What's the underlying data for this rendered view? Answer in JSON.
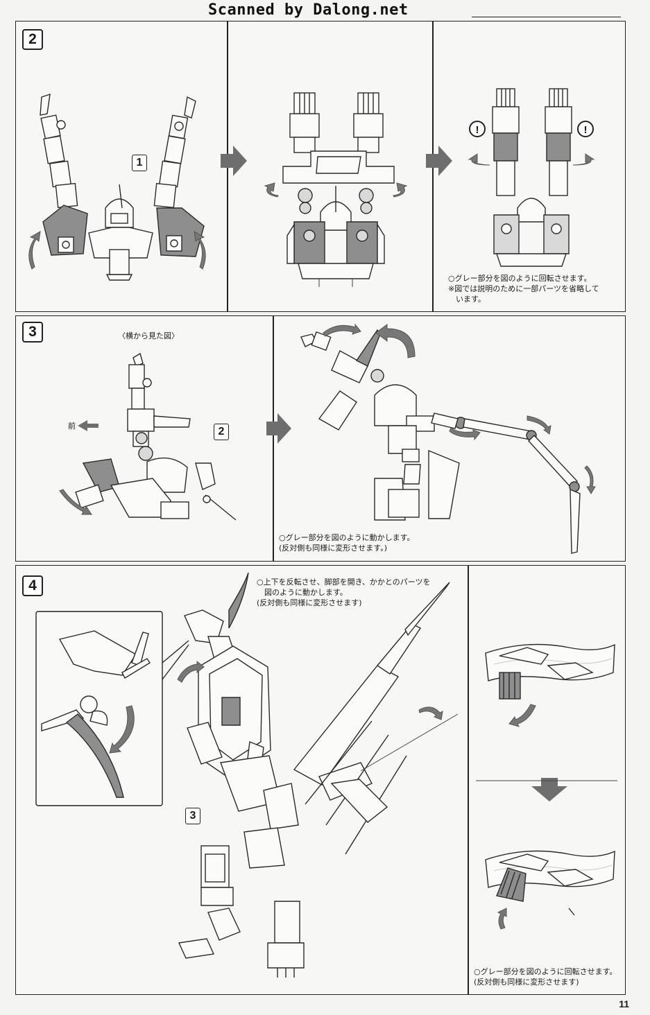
{
  "watermark": "Scanned by Dalong.net",
  "page_number": "11",
  "steps": {
    "s2": {
      "number": "2",
      "callout": "1",
      "note": "○グレー部分を図のように回転させます。\n※図では説明のために一部パーツを省略して\n　います。"
    },
    "s3": {
      "number": "3",
      "side_view_label": "〈横から見た図〉",
      "front_label": "前",
      "callout": "2",
      "note": "○グレー部分を図のように動かします。\n(反対側も同様に変形させます。)"
    },
    "s4": {
      "number": "4",
      "callout": "3",
      "note_top": "○上下を反転させ、脚部を開き、かかとのパーツを\n　図のように動かします。\n(反対側も同様に変形させます)",
      "note_bottom": "○グレー部分を図のように回転させます。\n(反対側も同様に変形させます)"
    }
  },
  "icons": {
    "caution": "exclamation-caution-icon",
    "rotate": "rotate-arrow-icon",
    "next": "step-arrow-icon"
  },
  "colors": {
    "highlight_gray": "#8e8e8e",
    "line": "#2a2a2a",
    "paper": "#f4f4f2"
  }
}
